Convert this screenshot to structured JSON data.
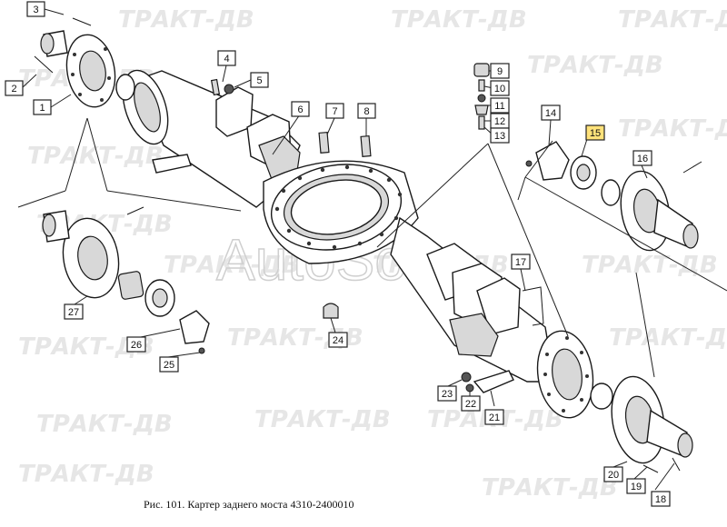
{
  "watermark": {
    "brand": "ТРАКТ-ДВ",
    "overlay": "AutoSoft"
  },
  "caption": "Рис. 101. Картер заднего моста 4310-2400010",
  "callouts": [
    {
      "id": "c1",
      "text": "1"
    },
    {
      "id": "c2",
      "text": "2"
    },
    {
      "id": "c3",
      "text": "3"
    },
    {
      "id": "c4",
      "text": "4"
    },
    {
      "id": "c5",
      "text": "5"
    },
    {
      "id": "c6",
      "text": "6"
    },
    {
      "id": "c7",
      "text": "7"
    },
    {
      "id": "c8",
      "text": "8"
    },
    {
      "id": "c9",
      "text": "9"
    },
    {
      "id": "c10",
      "text": "10"
    },
    {
      "id": "c11",
      "text": "11"
    },
    {
      "id": "c12",
      "text": "12"
    },
    {
      "id": "c13",
      "text": "13"
    },
    {
      "id": "c14",
      "text": "14"
    },
    {
      "id": "c15",
      "text": "15",
      "highlight": true
    },
    {
      "id": "c16",
      "text": "16"
    },
    {
      "id": "c17",
      "text": "17"
    },
    {
      "id": "c18",
      "text": "18"
    },
    {
      "id": "c19",
      "text": "19"
    },
    {
      "id": "c20",
      "text": "20"
    },
    {
      "id": "c21",
      "text": "21"
    },
    {
      "id": "c22",
      "text": "22"
    },
    {
      "id": "c23",
      "text": "23"
    },
    {
      "id": "c24",
      "text": "24"
    },
    {
      "id": "c25",
      "text": "25"
    },
    {
      "id": "c26",
      "text": "26"
    },
    {
      "id": "c27",
      "text": "27"
    }
  ],
  "colors": {
    "highlight": "#ffe27a",
    "line": "#1a1a1a",
    "watermark": "#e6e6e6"
  }
}
